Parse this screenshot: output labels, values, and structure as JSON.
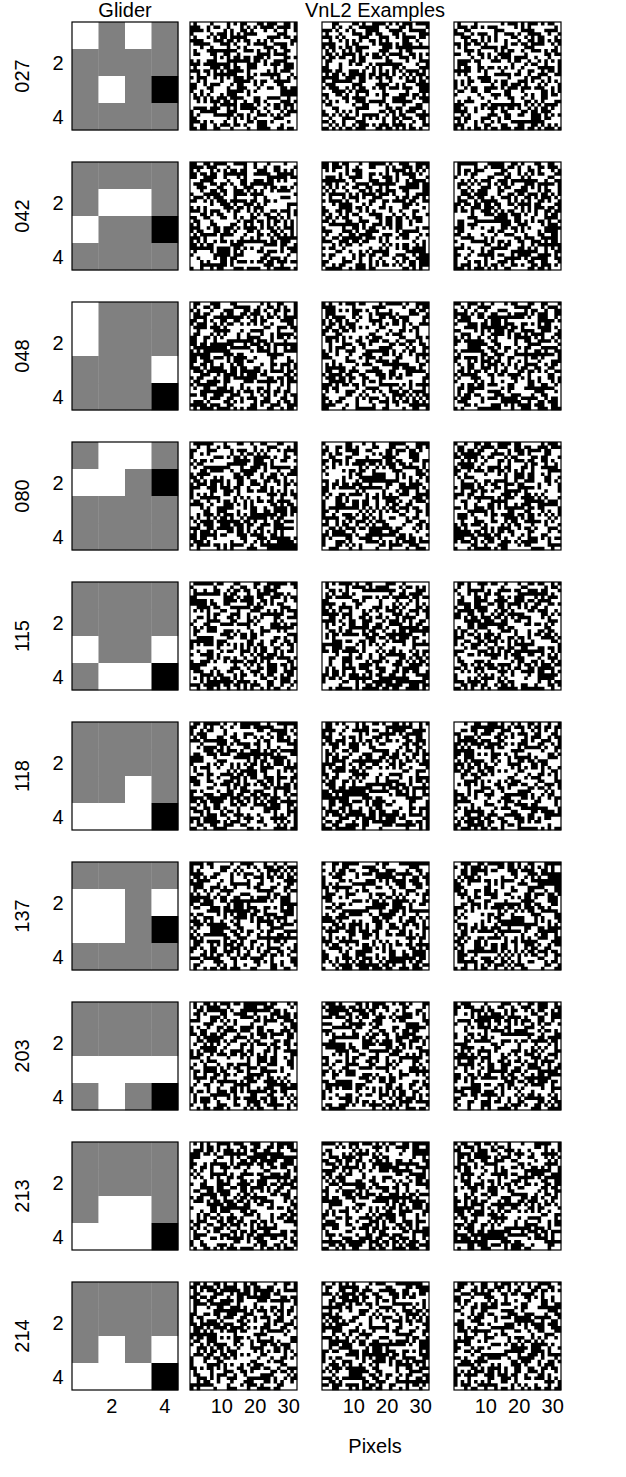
{
  "diagram": {
    "labels": [
      "Glider",
      "VnL2 Examples",
      "027",
      "2",
      "4",
      "042",
      "2",
      "4",
      "048",
      "2",
      "4",
      "080",
      "2",
      "4",
      "115",
      "2",
      "4",
      "118",
      "2",
      "4",
      "137",
      "2",
      "4",
      "203",
      "2",
      "4",
      "213",
      "2",
      "4",
      "214",
      "2",
      "4",
      "2",
      "4",
      "10",
      "20",
      "30",
      "10",
      "20",
      "30",
      "10",
      "20",
      "30",
      "Pixels"
    ]
  }
}
